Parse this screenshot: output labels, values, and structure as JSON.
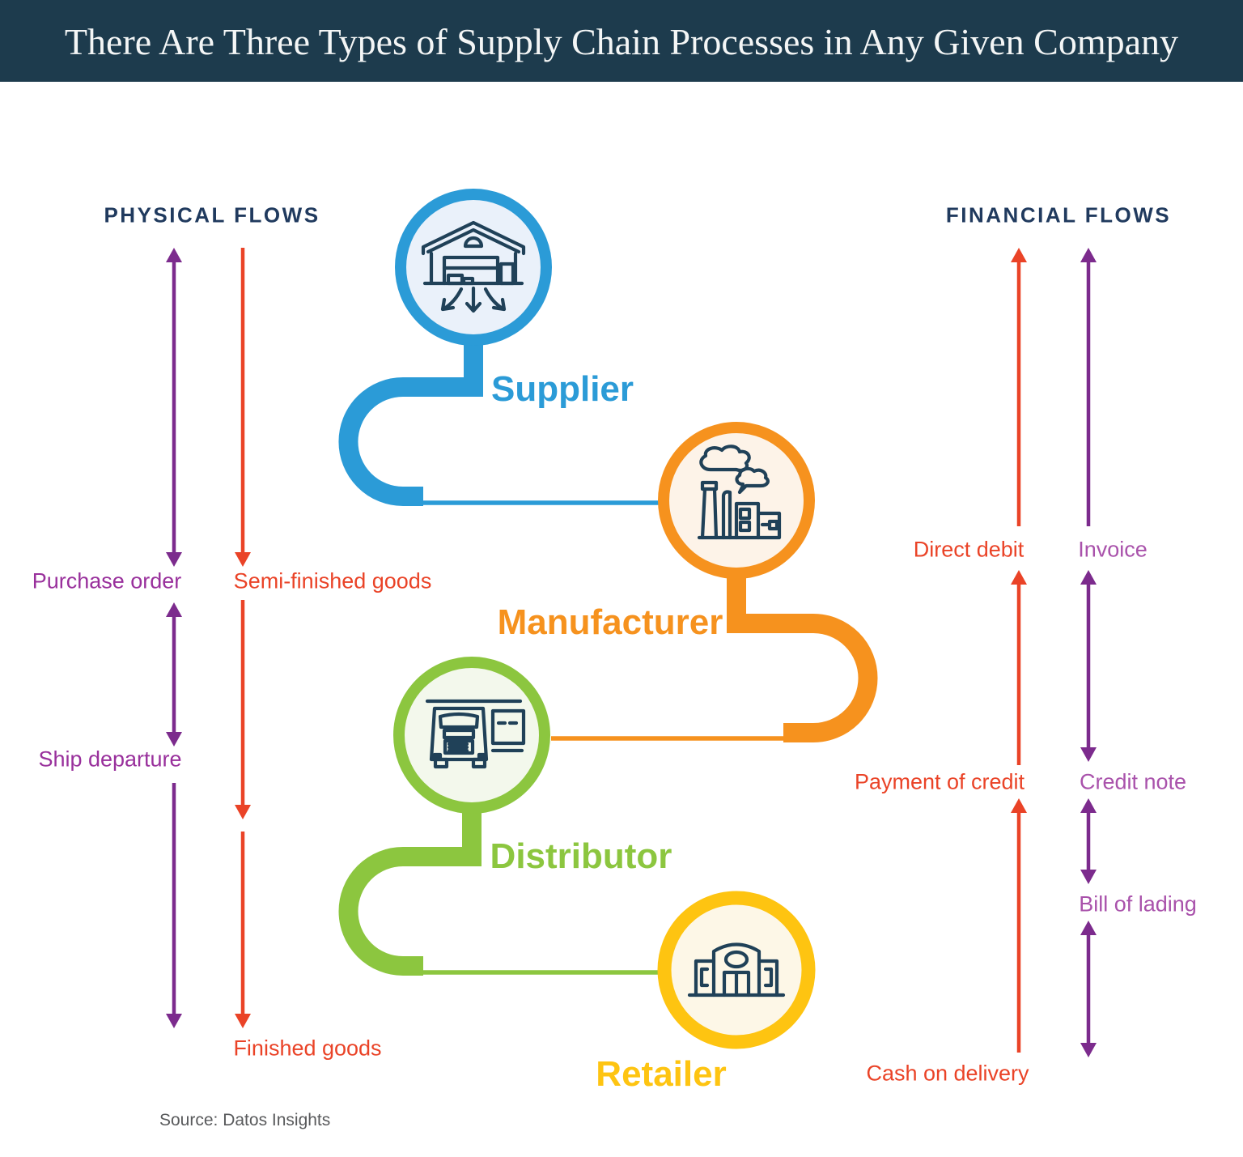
{
  "title": "There Are Three Types of Supply Chain Processes in Any Given Company",
  "physical": {
    "header": "PHYSICAL FLOWS",
    "purchase_order": "Purchase order",
    "semi_finished_goods": "Semi-finished goods",
    "ship_departure": "Ship departure",
    "finished_goods": "Finished goods"
  },
  "financial": {
    "header": "FINANCIAL FLOWS",
    "direct_debit": "Direct debit",
    "invoice": "Invoice",
    "payment_of_credit": "Payment of credit",
    "credit_note": "Credit note",
    "bill_of_lading": "Bill of lading",
    "cash_on_delivery": "Cash on delivery"
  },
  "nodes": {
    "supplier": {
      "label": "Supplier",
      "icon": "warehouse-icon"
    },
    "manufacturer": {
      "label": "Manufacturer",
      "icon": "factory-icon"
    },
    "distributor": {
      "label": "Distributor",
      "icon": "truck-icon"
    },
    "retailer": {
      "label": "Retailer",
      "icon": "storefront-icon"
    }
  },
  "source": "Source: Datos Insights",
  "palette": {
    "navy": "#1d3b4d",
    "title-text": "#f4f6f6",
    "heading": "#203a5e",
    "blue": "#2b9bd7",
    "blue-fill": "#eaf1fa",
    "orange": "#f6921e",
    "orange-fill": "#fdf3e8",
    "green": "#8cc63f",
    "green-fill": "#f3f8ec",
    "yellow": "#fec411",
    "yellow-fill": "#fdf7e7",
    "red": "#ea4327",
    "purple": "#7c2b8d",
    "purple-left": "#99309c",
    "purple-right": "#a952ab",
    "icon": "#204158",
    "gray": "#595a5c",
    "bg": "#ffffff"
  }
}
